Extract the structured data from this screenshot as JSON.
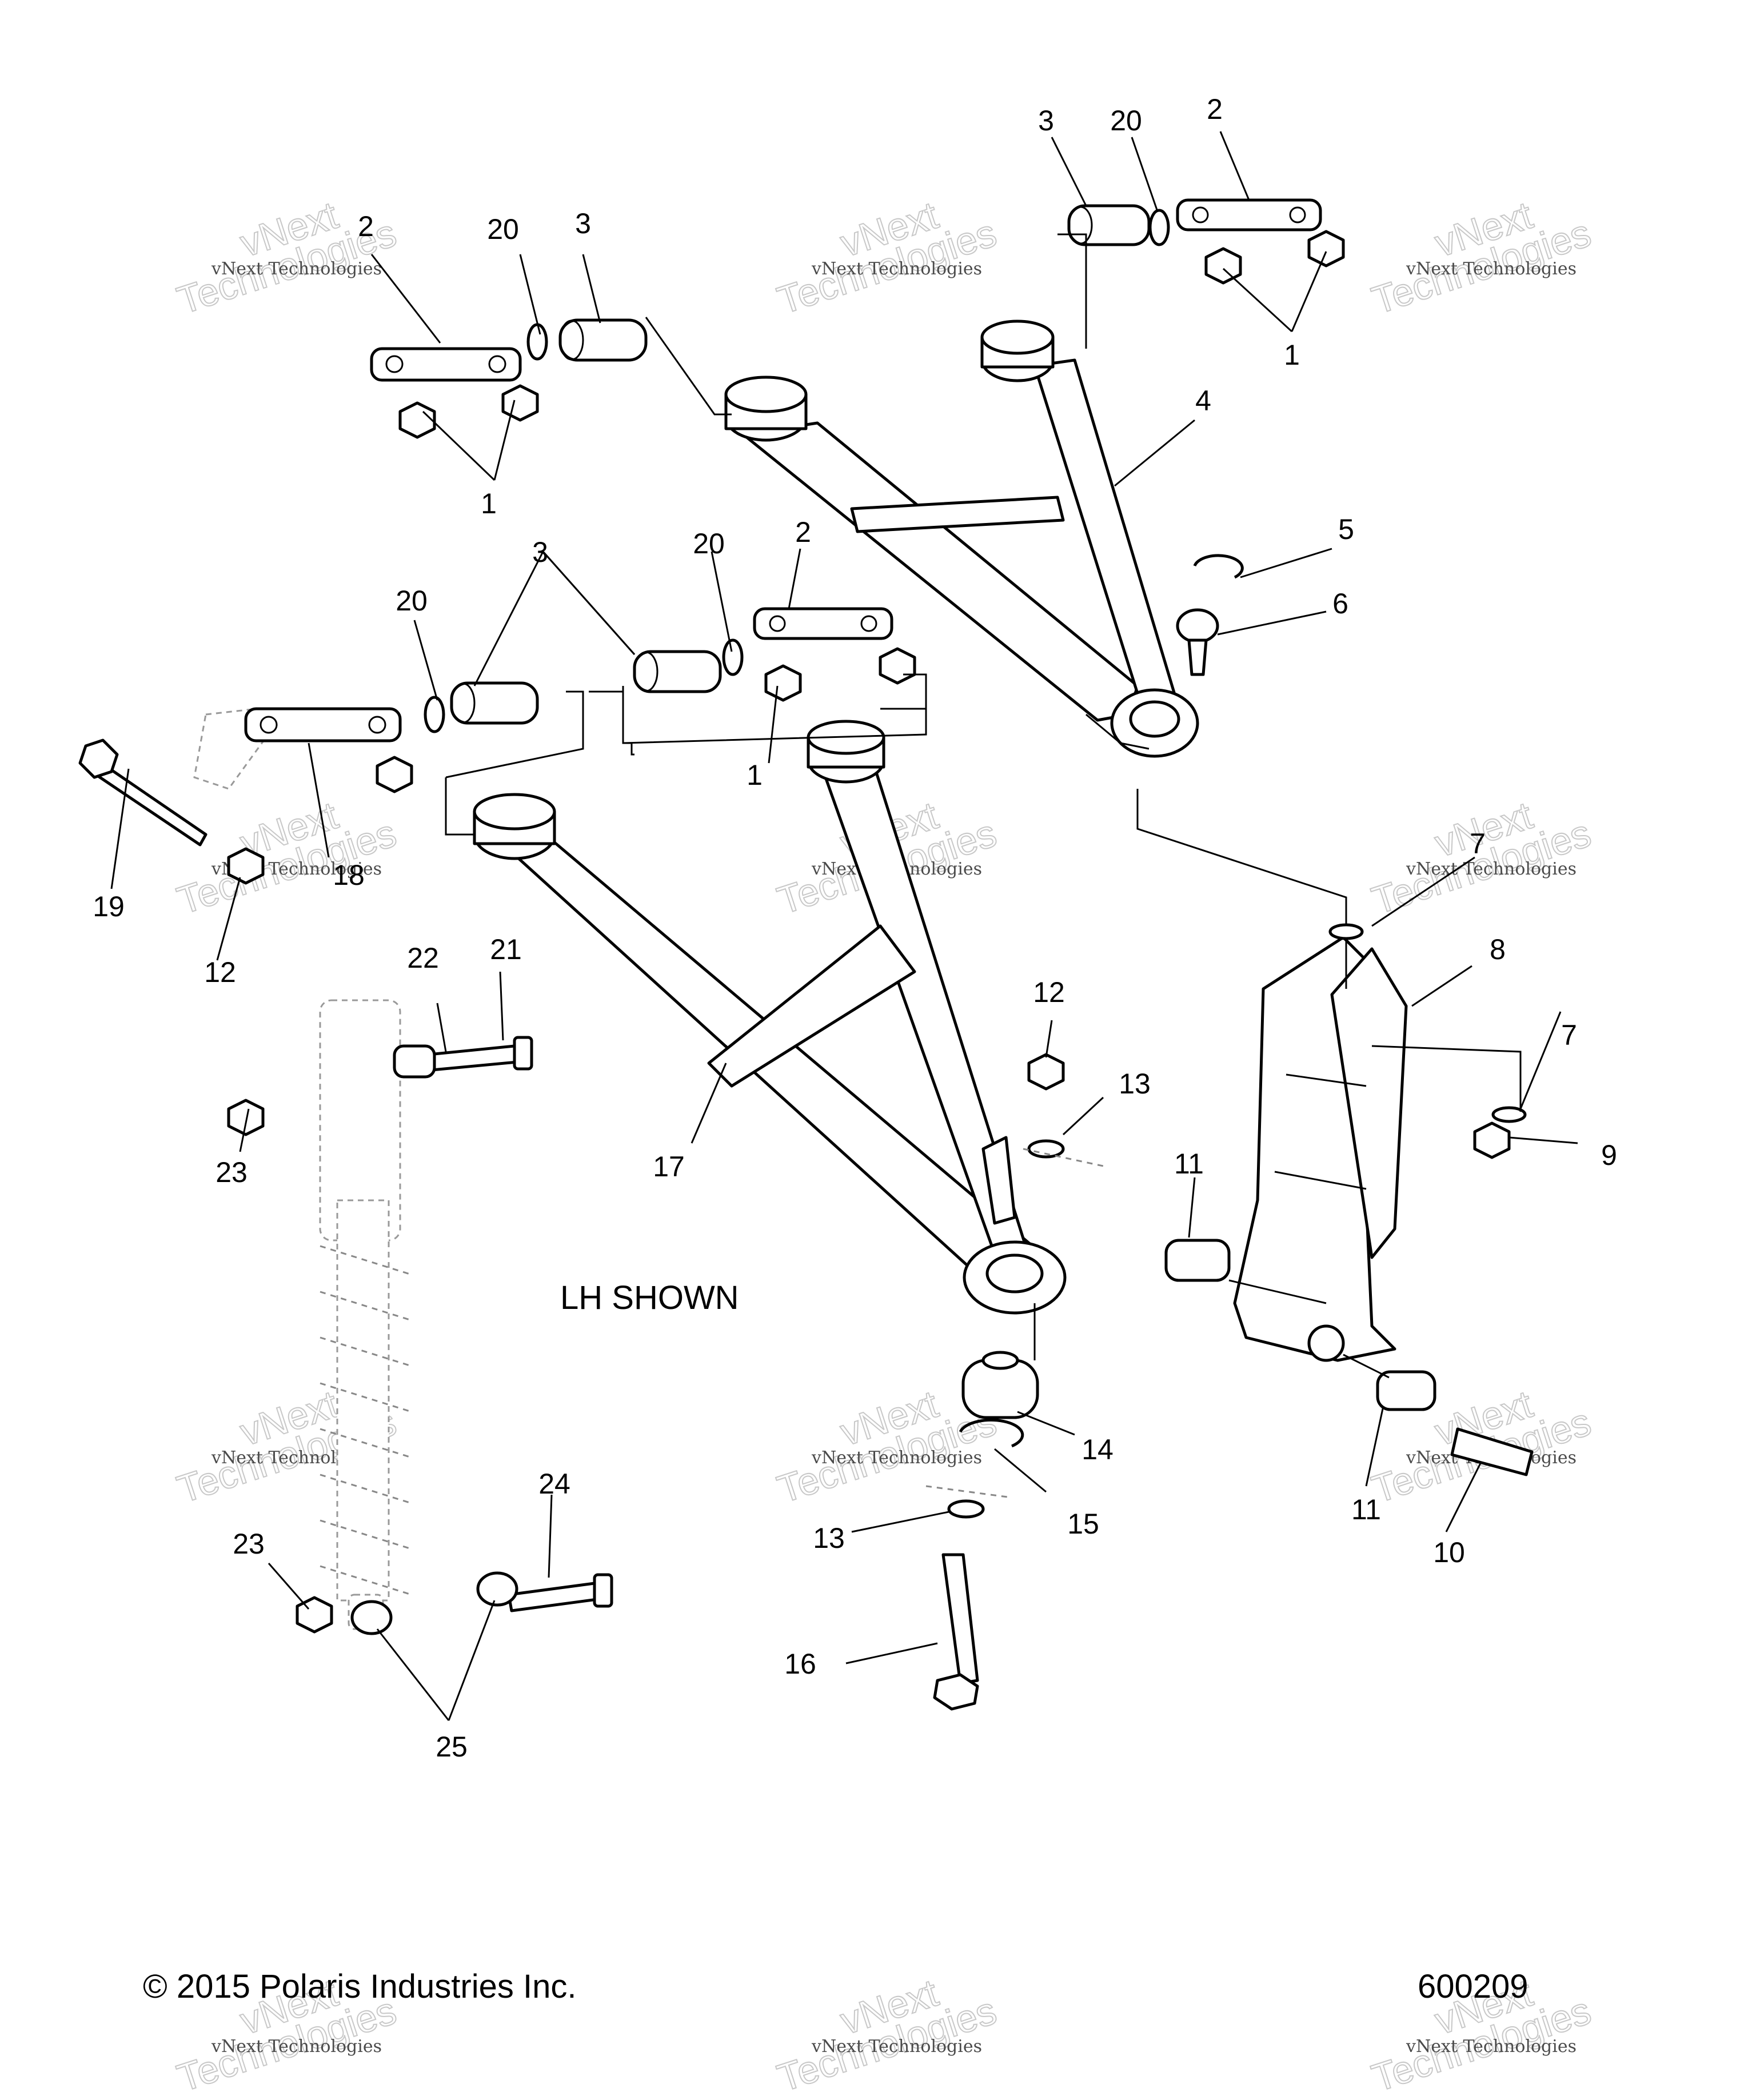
{
  "diagram": {
    "note": "LH SHOWN",
    "copyright": "© 2015 Polaris Industries Inc.",
    "drawing_number": "600209",
    "watermark": {
      "line1": "vNext Technologies",
      "line2": "vNext",
      "line3": "Technologies"
    },
    "callouts": {
      "c1a": "1",
      "c1b": "1",
      "c1c": "1",
      "c2a": "2",
      "c2b": "2",
      "c2c": "2",
      "c3a": "3",
      "c3b": "3",
      "c3c": "3",
      "c4": "4",
      "c5": "5",
      "c6": "6",
      "c7a": "7",
      "c7b": "7",
      "c8": "8",
      "c9": "9",
      "c10": "10",
      "c11a": "11",
      "c11b": "11",
      "c12a": "12",
      "c12b": "12",
      "c13a": "13",
      "c13b": "13",
      "c14": "14",
      "c15": "15",
      "c16": "16",
      "c17": "17",
      "c18": "18",
      "c19": "19",
      "c20a": "20",
      "c20b": "20",
      "c20c": "20",
      "c21": "21",
      "c22": "22",
      "c23a": "23",
      "c23b": "23",
      "c24": "24",
      "c25": "25"
    }
  }
}
